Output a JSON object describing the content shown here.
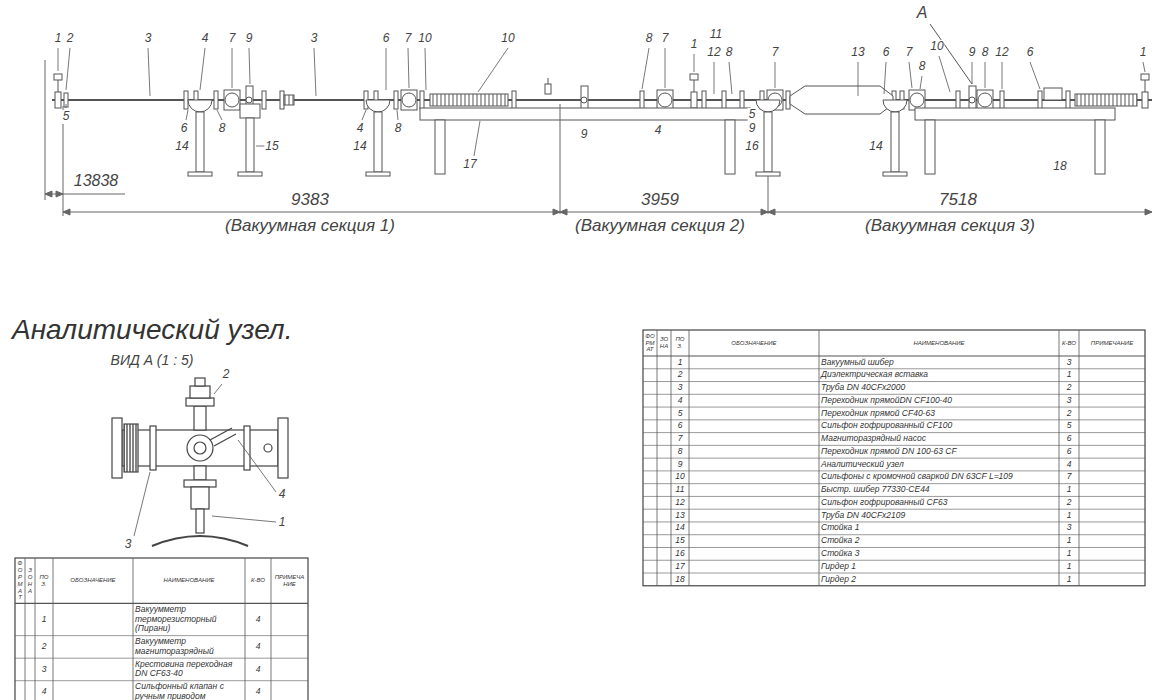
{
  "diagram": {
    "title": "Аналитический узел.",
    "labels": [
      "А",
      "1",
      "2",
      "3",
      "4",
      "7",
      "9",
      "3",
      "6",
      "7",
      "10",
      "10",
      "8",
      "7",
      "1",
      "11",
      "12",
      "8",
      "7",
      "13",
      "12",
      "6",
      "7",
      "10",
      "8",
      "9",
      "8",
      "6",
      "1",
      "5",
      "6",
      "14",
      "8",
      "15",
      "4",
      "8",
      "14",
      "17",
      "9",
      "4",
      "5",
      "9",
      "16",
      "14",
      "18",
      "13838",
      "9383",
      "3959",
      "7518",
      "(Вакуумная секция 1)",
      "(Вакуумная секция 2)",
      "(Вакуумная секция 3)",
      "ВИД А (1 : 5)",
      "2",
      "4",
      "1",
      "3",
      "ФОРМАТ",
      "ЗОНА",
      "ПОЗ.",
      "ОБОЗНАЧЕНИЕ",
      "НАИМЕНОВАНИЕ",
      "К-ВО",
      "ПРИМЕЧАНИЕ",
      "1",
      "Вакуумметр терморезисторный (Пирани)",
      "4",
      "2",
      "Вакуумметр магниторазрядный",
      "4",
      "3",
      "Крестовина переходная DN CF63-40",
      "4",
      "4",
      "Сильфонный клапан с ручным приводом",
      "4",
      "ФОРМАТ",
      "ЗОНА",
      "ПОЗ.",
      "ОБОЗНАЧЕНИЕ",
      "НАИМЕНОВАНИЕ",
      "К-ВО",
      "ПРИМЕЧАНИЕ",
      "1",
      "Вакуумный шибер",
      "3",
      "2",
      "Диэлектрическая вставка",
      "1",
      "3",
      "Труба DN 40CFx2000",
      "2",
      "4",
      "Переходник прямойDN CF100-40",
      "3",
      "5",
      "Переходник прямой CF40-63",
      "2",
      "6",
      "Сильфон гофрированный CF100",
      "5",
      "7",
      "Магниторазрядный насос",
      "6",
      "8",
      "Переходник прямой DN 100-63 CF",
      "6",
      "9",
      "Аналитический узел",
      "4",
      "10",
      "Сильфоны с кромочной сваркой DN 63CF L=109",
      "7",
      "11",
      "Быстр. шибер 77330-CE44",
      "1",
      "12",
      "Сильфон гофрированный CF63",
      "2",
      "13",
      "Труба DN 40CFx2109",
      "1",
      "14",
      "Стойка 1",
      "3",
      "15",
      "Стойка 2",
      "1",
      "16",
      "Стойка 3",
      "1",
      "17",
      "Гирдер 1",
      "1",
      "18",
      "Гирдер 2",
      "1"
    ]
  }
}
